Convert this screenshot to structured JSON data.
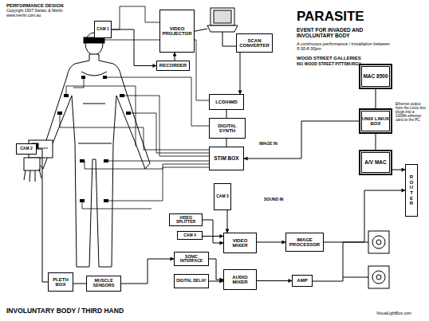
{
  "diagram": {
    "title": "PARASITE",
    "nodes": [
      {
        "text": [
          "VIDEO PROJECTOR"
        ]
      },
      {
        "text": [
          "SCAN CONVERTER"
        ]
      },
      {
        "text": [
          "RECORDER"
        ]
      },
      {
        "text": [
          "LCD/HMD"
        ]
      },
      {
        "text": [
          "DIGITAL SYNTH"
        ]
      },
      {
        "text": [
          "STIM BOX"
        ]
      },
      {
        "text": [
          "CAM 1"
        ]
      },
      {
        "text": [
          "CAM 2"
        ]
      },
      {
        "text": [
          "MAC 8500"
        ]
      },
      {
        "text": [
          "UNIX LINUX BOX"
        ]
      },
      {
        "text": [
          "A/V MAC"
        ]
      },
      {
        "text": [
          "ROUTER"
        ]
      },
      {
        "text": [
          "CAM 3"
        ]
      },
      {
        "text": [
          "VIDEO SPLITTER"
        ]
      },
      {
        "text": [
          "CAM 4"
        ]
      },
      {
        "text": [
          "SONIC INTERFACE"
        ]
      },
      {
        "text": [
          "DIGITAL DELAY"
        ]
      },
      {
        "text": [
          "VIDEO MIXER"
        ]
      },
      {
        "text": [
          "AUDIO MIXER"
        ]
      },
      {
        "text": [
          "IMAGE PROCESSOR"
        ]
      },
      {
        "text": [
          "AMP"
        ]
      },
      {
        "text": [
          "PLETH BOX"
        ]
      },
      {
        "text": [
          "MUSCLE SENSORS"
        ]
      }
    ],
    "edges": [
      {
        "from": 2,
        "to": 0,
        "arrow": "to"
      },
      {
        "from": 1,
        "to": 3,
        "arrow": "to"
      },
      {
        "from": 3,
        "to": 4,
        "arrow": "none"
      },
      {
        "from": 4,
        "to": 5,
        "arrow": "none"
      },
      {
        "from": 8,
        "to": 9,
        "arrow": "none"
      },
      {
        "from": 9,
        "to": 10,
        "arrow": "none"
      },
      {
        "from": 10,
        "to": 11,
        "arrow": "to"
      },
      {
        "from": 9,
        "to": 5,
        "arrow": "to"
      },
      {
        "from": 12,
        "to": 17,
        "arrow": "to"
      },
      {
        "from": 13,
        "to": 17,
        "arrow": "to"
      },
      {
        "from": 14,
        "to": 17,
        "arrow": "to"
      },
      {
        "from": 17,
        "to": 19,
        "arrow": "to"
      },
      {
        "from": 19,
        "to": 11,
        "arrow": "to"
      },
      {
        "from": 15,
        "to": 18,
        "arrow": "to"
      },
      {
        "from": 16,
        "to": 18,
        "arrow": "to"
      },
      {
        "from": 18,
        "to": 20,
        "arrow": "to"
      },
      {
        "from": 21,
        "to": 22,
        "arrow": "none"
      },
      {
        "from": 22,
        "to": 15,
        "arrow": "to"
      },
      {
        "from": 6,
        "to": 2,
        "arrow": "to"
      },
      {
        "from": 7,
        "to": 21,
        "arrow": "none"
      }
    ],
    "labels": [
      "PERFORMANCE DESIGN",
      "Copyright 1997 Stelarc & Merlin",
      "www.merlin.com.au",
      "EVENT FOR INVADED AND INVOLUNTARY BODY",
      "A continuous performance / installation between 5:30-8:30pm",
      "WOOD STREET GALLERIES",
      "601 WOOD STREET PITTSBURGH",
      "Ethernet output from the Linux box plugs into a 100Mb ethernet card on the PC",
      "IMAGE IN",
      "SOUND IN",
      "INVOLUNTARY BODY / THIRD HAND",
      "VisualLightBox.com"
    ]
  }
}
